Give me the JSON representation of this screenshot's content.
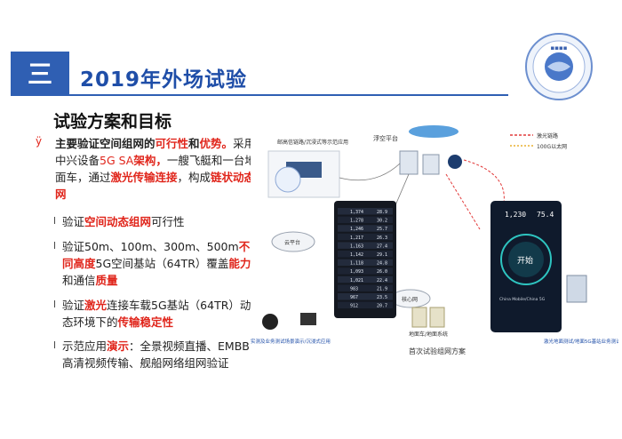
{
  "section": {
    "number": "三"
  },
  "title": "2019年外场试验",
  "subtitle": "试验方案和目标",
  "main_bullet": {
    "p1": "主要验证空间组网的",
    "p2": "可行性",
    "p3": "和",
    "p4": "优势。",
    "p5": "采用中兴设备",
    "p6": "5G SA",
    "p7": "架构，",
    "p8": "一艘飞艇和一台地面车，通过",
    "p9": "激光传输连接",
    "p10": "，构成",
    "p11": "链状动态网"
  },
  "items": [
    {
      "a": "验证",
      "b": "空间动态组网",
      "c": "可行性",
      "d": "",
      "e": "",
      "f": "",
      "g": ""
    },
    {
      "a": "验证50m、100m、300m、500m",
      "b": "不同高度",
      "c": "5G空间基站（64TR）覆盖",
      "d": "能力",
      "e": "和通信",
      "f": "质量",
      "g": ""
    },
    {
      "a": "验证",
      "b": "激光",
      "c": "连接车载5G基站（64TR）动态环境下的",
      "d": "传输稳定性",
      "e": "",
      "f": "",
      "g": ""
    },
    {
      "a": "示范应用",
      "b": "演示",
      "c": "：全景视频直播、EMBB高清视频传输、舰船网络组网验证",
      "d": "",
      "e": "",
      "f": "",
      "g": ""
    }
  ],
  "diagram": {
    "label_top_left": "邮高信链路/沉浸式等示范应用",
    "label_airship": "浮空平台",
    "label_legend_laser": "激光链路",
    "label_legend_100g": "100G以太网",
    "label_cloud1": "云平台",
    "label_core": "核心网",
    "label_ground": "地面车/地面系统",
    "label_caption": "首次试验组网方案",
    "label_bottom_left": "实测及业务测试场景演示/沉浸式应用",
    "label_bottom_right": "激光地面测试/地面5G基站业务测试",
    "phone1": {
      "rows": [
        "1,374",
        "1,278",
        "1,246",
        "1,217",
        "1,163",
        "1,142",
        "1,118",
        "1,093",
        "1,021",
        "983",
        "967",
        "912"
      ],
      "right": [
        "28.9",
        "30.2",
        "25.7",
        "26.3",
        "27.4",
        "29.1",
        "24.8",
        "26.0",
        "22.4",
        "21.9",
        "23.5",
        "20.7"
      ]
    },
    "phone2": {
      "speed_down": "1,230",
      "speed_up": "75.4",
      "start": "开始",
      "operator": "China Mobile/China 5G"
    }
  },
  "colors": {
    "accent": "#2f5fb3",
    "highlight": "#e0251b",
    "laser": "#e23b3b",
    "eth": "#e8b030"
  }
}
